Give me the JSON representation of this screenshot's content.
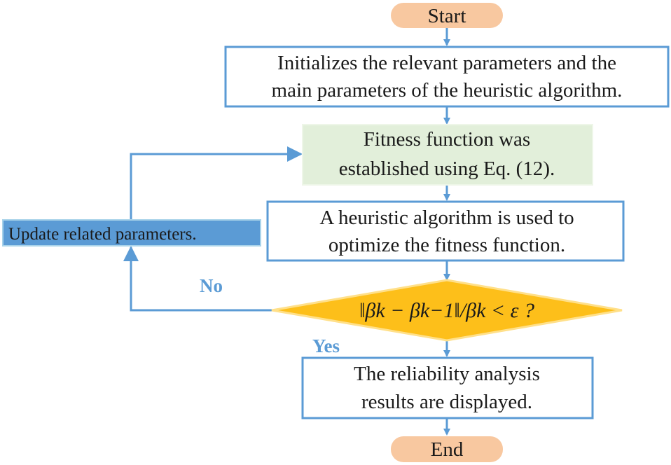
{
  "colors": {
    "line": "#5b9bd5",
    "terminal": "#f8c8a0",
    "fitness_fill": "#e2efda",
    "decision": "#ffc000",
    "update_fill": "#5b9bd5"
  },
  "nodes": {
    "start": "Start",
    "init": [
      "Initializes the relevant parameters and the",
      "main parameters of the heuristic algorithm."
    ],
    "fitness": [
      "Fitness function was",
      "established using Eq. (12)."
    ],
    "optimize": [
      "A heuristic algorithm is used to",
      "optimize the fitness function."
    ],
    "decision": "‖βk − βk−1‖/βk < ε ?",
    "results": [
      "The reliability analysis",
      "results are displayed."
    ],
    "end": "End",
    "update": "Update related parameters."
  },
  "edges": {
    "no": "No",
    "yes": "Yes"
  }
}
